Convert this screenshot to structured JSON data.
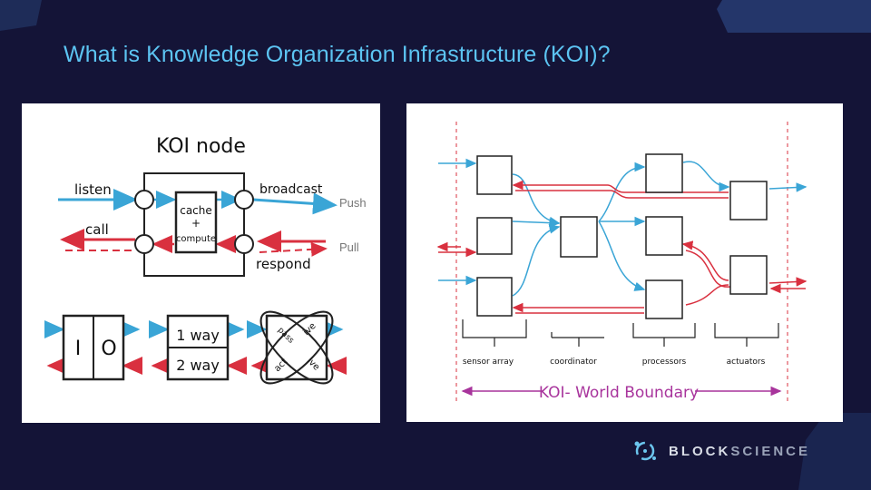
{
  "slide": {
    "title": "What is Knowledge Organization Infrastructure (KOI)?"
  },
  "colors": {
    "background": "#141437",
    "title": "#5cc4f2",
    "push_arrow": "#3aa5d6",
    "pull_arrow": "#d9303f",
    "boundary": "#a8349c"
  },
  "node_diagram": {
    "title": "KOI node",
    "listen": "listen",
    "call": "call",
    "broadcast": "broadcast",
    "respond": "respond",
    "push": "Push",
    "pull": "Pull",
    "cache_line1": "cache",
    "cache_line2": "+",
    "cache_line3": "compute",
    "box_i": "I",
    "box_o": "O",
    "way1": "1 way",
    "way2": "2 way",
    "x_pass": "pass",
    "x_ive_top": "ive",
    "x_act": "act",
    "x_ive_bottom": "ive"
  },
  "network_diagram": {
    "labels": [
      "sensor array",
      "coordinator",
      "processors",
      "actuators"
    ],
    "boundary_label": "KOI- World Boundary"
  },
  "brand": {
    "name_a": "BLOCK",
    "name_b": "SCIENCE"
  }
}
